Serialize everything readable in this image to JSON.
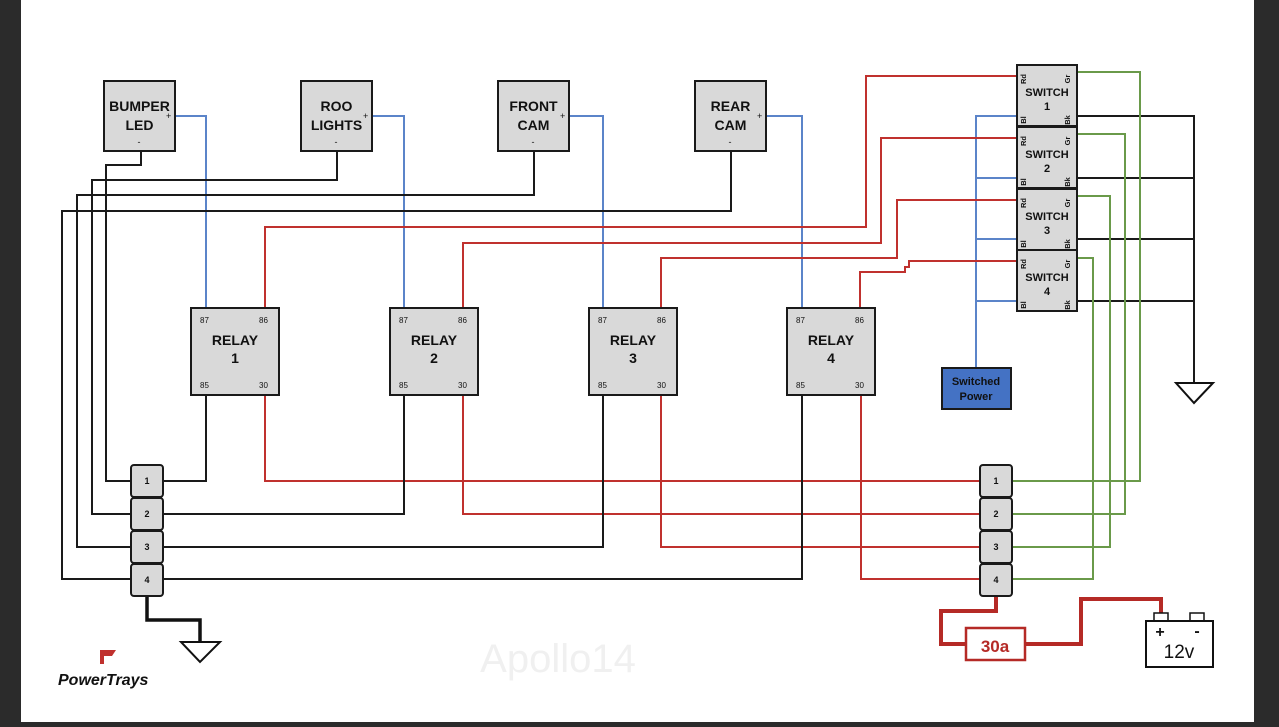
{
  "loads": [
    {
      "line1": "BUMPER",
      "line2": "LED",
      "plus": "+",
      "minus": "-"
    },
    {
      "line1": "ROO",
      "line2": "LIGHTS",
      "plus": "+",
      "minus": "-"
    },
    {
      "line1": "FRONT",
      "line2": "CAM",
      "plus": "+",
      "minus": "-"
    },
    {
      "line1": "REAR",
      "line2": "CAM",
      "plus": "+",
      "minus": "-"
    }
  ],
  "relays": [
    {
      "line1": "RELAY",
      "line2": "1",
      "p87": "87",
      "p86": "86",
      "p85": "85",
      "p30": "30"
    },
    {
      "line1": "RELAY",
      "line2": "2",
      "p87": "87",
      "p86": "86",
      "p85": "85",
      "p30": "30"
    },
    {
      "line1": "RELAY",
      "line2": "3",
      "p87": "87",
      "p86": "86",
      "p85": "85",
      "p30": "30"
    },
    {
      "line1": "RELAY",
      "line2": "4",
      "p87": "87",
      "p86": "86",
      "p85": "85",
      "p30": "30"
    }
  ],
  "switches": [
    {
      "line1": "SWITCH",
      "line2": "1",
      "rd": "Rd",
      "gr": "Gr",
      "bl": "Bl",
      "bk": "Bk"
    },
    {
      "line1": "SWITCH",
      "line2": "2",
      "rd": "Rd",
      "gr": "Gr",
      "bl": "Bl",
      "bk": "Bk"
    },
    {
      "line1": "SWITCH",
      "line2": "3",
      "rd": "Rd",
      "gr": "Gr",
      "bl": "Bl",
      "bk": "Bk"
    },
    {
      "line1": "SWITCH",
      "line2": "4",
      "rd": "Rd",
      "gr": "Gr",
      "bl": "Bl",
      "bk": "Bk"
    }
  ],
  "left_terminals": [
    "1",
    "2",
    "3",
    "4"
  ],
  "right_terminals": [
    "1",
    "2",
    "3",
    "4"
  ],
  "switched_power": {
    "line1": "Switched",
    "line2": "Power"
  },
  "fuse": {
    "label": "30a"
  },
  "battery": {
    "label": "12v",
    "plus": "+",
    "minus": "-"
  },
  "logo": {
    "text": "PowerTrays"
  },
  "watermark": {
    "text": "Apollo14"
  },
  "colors": {
    "wire_blue": "#5b84c9",
    "wire_red": "#c0312e",
    "wire_black": "#1a1a1a",
    "wire_green": "#6a9a4a",
    "switched_power_fill": "#4472c4",
    "fuse_border": "#b52a26",
    "logo_red": "#c0312e"
  }
}
